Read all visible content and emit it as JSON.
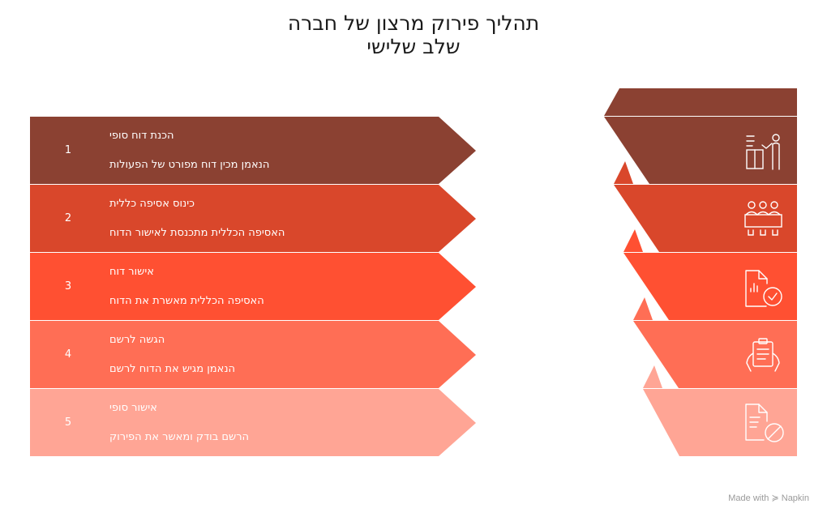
{
  "title_line1": "תהליך פירוק מרצון של חברה",
  "title_line2": "שלב שלישי",
  "steps": [
    {
      "number": "1",
      "title": "הכנת דוח סופי",
      "desc": "הנאמן מכין דוח מפורט של הפעולות",
      "icon": "presenter-icon",
      "color": "#8B4132"
    },
    {
      "number": "2",
      "title": "כינוס אסיפה כללית",
      "desc": "האסיפה הכללית מתכנסת לאישור הדוח",
      "icon": "meeting-icon",
      "color": "#D9472B"
    },
    {
      "number": "3",
      "title": "אישור דוח",
      "desc": "האסיפה הכללית מאשרת את הדוח",
      "icon": "report-approved-icon",
      "color": "#FF5032"
    },
    {
      "number": "4",
      "title": "הגשה לרשם",
      "desc": "הנאמן מגיש את הדוח לרשם",
      "icon": "clipboard-hand-icon",
      "color": "#FF6E55"
    },
    {
      "number": "5",
      "title": "אישור סופי",
      "desc": "הרשם בודק ומאשר את הפירוק",
      "icon": "document-denied-icon",
      "color": "#FFA595"
    }
  ],
  "footer": {
    "made_with": "Made with",
    "brand": "Napkin"
  }
}
